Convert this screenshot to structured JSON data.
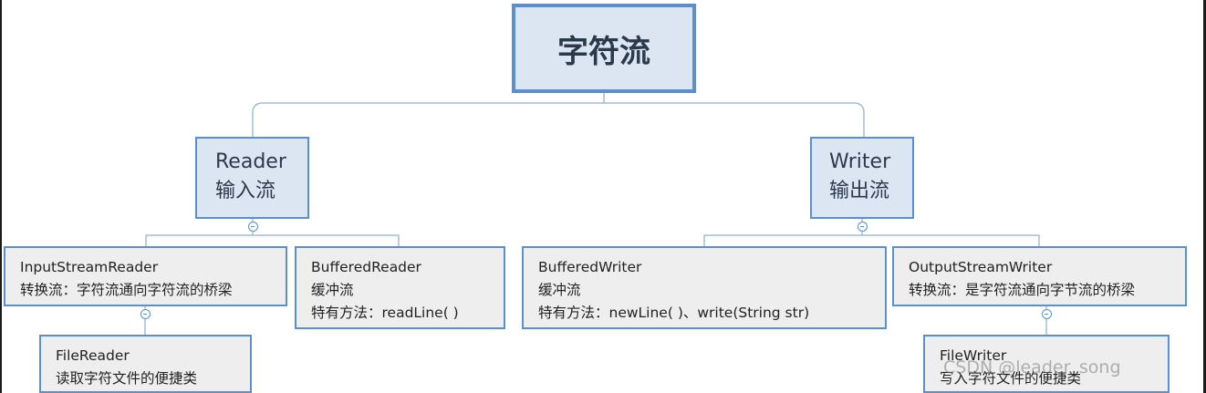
{
  "root": {
    "title": "字符流"
  },
  "reader": {
    "name": "Reader",
    "desc": "输入流",
    "children": [
      {
        "name": "InputStreamReader",
        "desc": "转换流：字符流通向字符流的桥梁"
      },
      {
        "name": "BufferedReader",
        "desc": "缓冲流",
        "extra": "特有方法：readLine( )"
      }
    ],
    "subchild": {
      "name": "FileReader",
      "desc": "读取字符文件的便捷类"
    }
  },
  "writer": {
    "name": "Writer",
    "desc": "输出流",
    "children": [
      {
        "name": "BufferedWriter",
        "desc": "缓冲流",
        "extra": "特有方法：newLine( )、write(String str)"
      },
      {
        "name": "OutputStreamWriter",
        "desc": "转换流：是字符流通向字节流的桥梁"
      }
    ],
    "subchild": {
      "name": "FileWriter",
      "desc": "写入字符文件的便捷类"
    }
  },
  "watermark": "CSDN @leader_song",
  "colors": {
    "border": "#5b8fd0",
    "fill_main": "#dce6f2",
    "fill_leaf": "#eeeeee",
    "connector": "#9dbde3"
  }
}
